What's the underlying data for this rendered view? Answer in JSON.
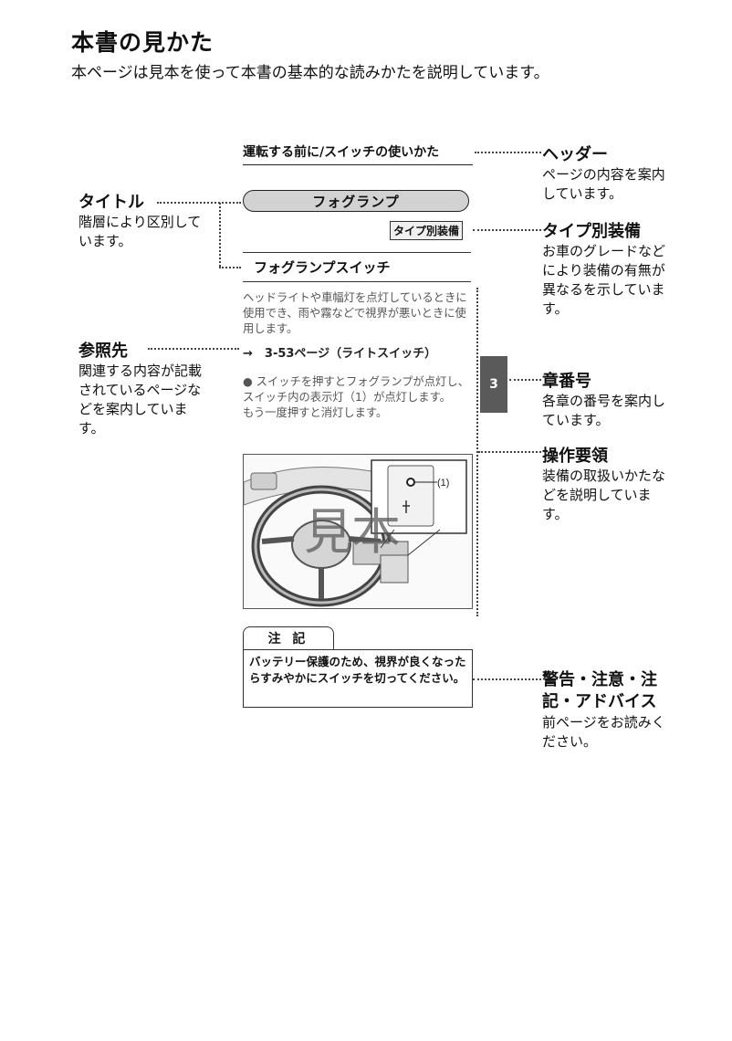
{
  "page": {
    "title": "本書の見かた",
    "intro": "本ページは見本を使って本書の基本的な読みかたを説明しています。"
  },
  "annotations": {
    "title": {
      "label": "タイトル",
      "desc": "階層により区別しています。"
    },
    "reference": {
      "label": "参照先",
      "desc": "関連する内容が記載されているページなどを案内しています。"
    },
    "header": {
      "label": "ヘッダー",
      "desc": "ページの内容を案内しています。"
    },
    "type_equipment": {
      "label": "タイプ別装備",
      "desc": "お車のグレードなどにより装備の有無が異なるを示しています。"
    },
    "chapter": {
      "label": "章番号",
      "desc": "各章の番号を案内しています。"
    },
    "operation": {
      "label": "操作要領",
      "desc": "装備の取扱いかたなどを説明しています。"
    },
    "warning": {
      "label": "警告・注意・注記・アドバイス",
      "desc": "前ページをお読みください。"
    }
  },
  "sample": {
    "header": "運転する前に/スイッチの使いかた",
    "title": "フォグランプ",
    "type_badge": "タイプ別装備",
    "subtitle": "フォグランプスイッチ",
    "body": "ヘッドライトや車幅灯を点灯しているときに使用でき、雨や霧などで視界が悪いときに使用します。",
    "reference": "→　3-53ページ（ライトスイッチ）",
    "bullet": "● スイッチを押すとフォグランプが点灯し、スイッチ内の表示灯（1）が点灯します。\nもう一度押すと消灯します。",
    "chapter_number": "3",
    "callout": "(1)",
    "watermark": "見本",
    "note_title": "注 記",
    "note_body": "バッテリー保護のため、視界が良くなったらすみやかにスイッチを切ってください。"
  }
}
